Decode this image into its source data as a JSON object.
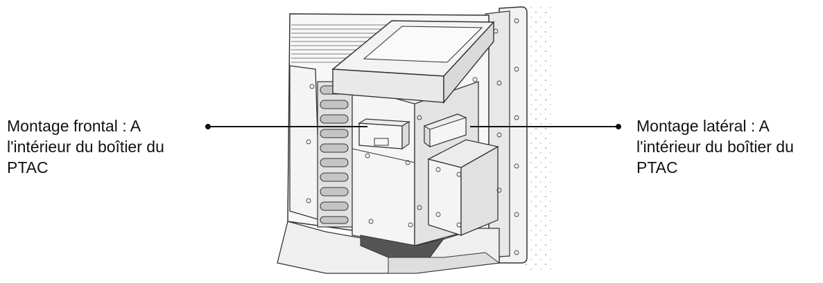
{
  "callouts": {
    "front": {
      "lines": [
        "Montage frontal : A",
        "l'intérieur du boîtier du",
        "PTAC"
      ]
    },
    "side": {
      "lines": [
        "Montage latéral : A",
        "l'intérieur du boîtier du",
        "PTAC"
      ]
    }
  },
  "colors": {
    "stroke": "#333333",
    "fill_light": "#f4f4f4",
    "fill_mid": "#e6e6e6",
    "fill_dark": "#d0d0d0",
    "floor_dark": "#555555",
    "coil": "#c4c4c4"
  },
  "icons": {
    "sensor": "wireless-sensor-icon"
  }
}
